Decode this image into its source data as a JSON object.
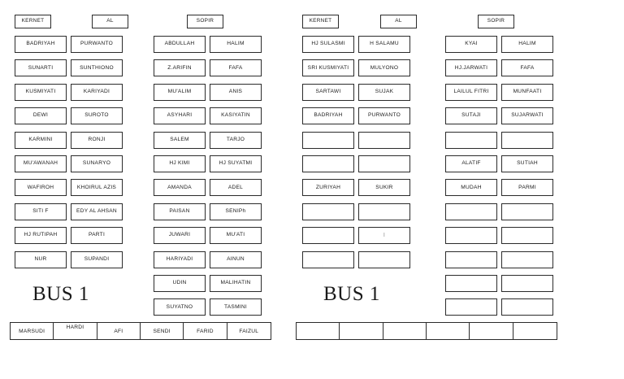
{
  "page": {
    "title": "Bus Seating Chart",
    "bus_label": "BUS 1"
  },
  "headers": {
    "kernet": "KERNET",
    "al": "AL",
    "sopir": "SOPIR"
  },
  "panels": [
    {
      "id": "panel-left",
      "bus_label": "BUS 1",
      "columns": [
        {
          "id": "kernet-left",
          "header_left": "KERNET",
          "header_right": "AL",
          "rows": [
            {
              "left": "BADRIYAH",
              "right": "PURWANTO"
            },
            {
              "left": "SUNARTI",
              "right": "SUNTHIONO"
            },
            {
              "left": "KUSMIYATI",
              "right": "KARIYADI"
            },
            {
              "left": "DEWI",
              "right": "SUROTO"
            },
            {
              "left": "KARMINI",
              "right": "RONJI"
            },
            {
              "left": "MU'AWANAH",
              "right": "SUNARYO"
            },
            {
              "left": "WAFIROH",
              "right": "KHOIRUL AZIS"
            },
            {
              "left": "SITI F",
              "right": "EDY AL AHSAN"
            },
            {
              "left": "HJ RUTIPAH",
              "right": "PARTI"
            },
            {
              "left": "NUR",
              "right": "SUPANDI"
            }
          ]
        },
        {
          "id": "sopir-left",
          "header": "SOPIR",
          "rows": [
            {
              "left": "ABDULLAH",
              "right": "HALIM"
            },
            {
              "left": "Z.ARIFIN",
              "right": "FAFA"
            },
            {
              "left": "MU'ALIM",
              "right": "ANIS"
            },
            {
              "left": "ASYHARI",
              "right": "KASIYATIN"
            },
            {
              "left": "SALEM",
              "right": "TARJO"
            },
            {
              "left": "HJ KIMI",
              "right": "HJ SUYATMI"
            },
            {
              "left": "AMANDA",
              "right": "ADEL"
            },
            {
              "left": "PAISAN",
              "right": "SENIPh"
            },
            {
              "left": "JUWARI",
              "right": "MU'ATI"
            },
            {
              "left": "HARIYADI",
              "right": "AINUN"
            },
            {
              "left": "UDIN",
              "right": "MALIHATIN"
            },
            {
              "left": "SUYATNO",
              "right": "TASMINI"
            }
          ]
        }
      ],
      "bench": [
        "MARSUDI",
        "HARDI",
        "AFI",
        "SENDI",
        "FARID",
        "FAIZUL"
      ],
      "bench_raised_index": 1
    },
    {
      "id": "panel-right",
      "bus_label": "BUS 1",
      "columns": [
        {
          "id": "kernet-right",
          "header_left": "KERNET",
          "header_right": "AL",
          "rows": [
            {
              "left": "HJ SULASMI",
              "right": "H SALAMU"
            },
            {
              "left": "SRI KUSMIYATI",
              "right": "MULYONO"
            },
            {
              "left": "SARTAWI",
              "right": "SUJAK"
            },
            {
              "left": "BADRIYAH",
              "right": "PURWANTO"
            },
            {
              "left": "",
              "right": ""
            },
            {
              "left": "",
              "right": ""
            },
            {
              "left": "ZURIYAH",
              "right": "SUKIR"
            },
            {
              "left": "",
              "right": ""
            },
            {
              "left": "",
              "right": "I"
            },
            {
              "left": "",
              "right": ""
            }
          ]
        },
        {
          "id": "sopir-right",
          "header": "SOPIR",
          "rows": [
            {
              "left": "KYAI",
              "right": "HALIM"
            },
            {
              "left": "HJ.JARWATI",
              "right": "FAFA"
            },
            {
              "left": "LAILUL FITRI",
              "right": "MUNFAATI"
            },
            {
              "left": "SUTAJI",
              "right": "SUJARWATI"
            },
            {
              "left": "",
              "right": ""
            },
            {
              "left": "ALATIF",
              "right": "SUTIAH"
            },
            {
              "left": "MUDAH",
              "right": "PARMI"
            },
            {
              "left": "",
              "right": ""
            },
            {
              "left": "",
              "right": ""
            },
            {
              "left": "",
              "right": ""
            },
            {
              "left": "",
              "right": ""
            },
            {
              "left": "",
              "right": ""
            }
          ]
        }
      ],
      "bench": [
        "",
        "",
        "",
        "",
        "",
        ""
      ],
      "bench_raised_index": -1
    }
  ],
  "colors": {
    "border": "#2b2b2b",
    "background": "#ffffff",
    "text": "#1a1a1a",
    "faint_text": "#8e8e8e"
  }
}
